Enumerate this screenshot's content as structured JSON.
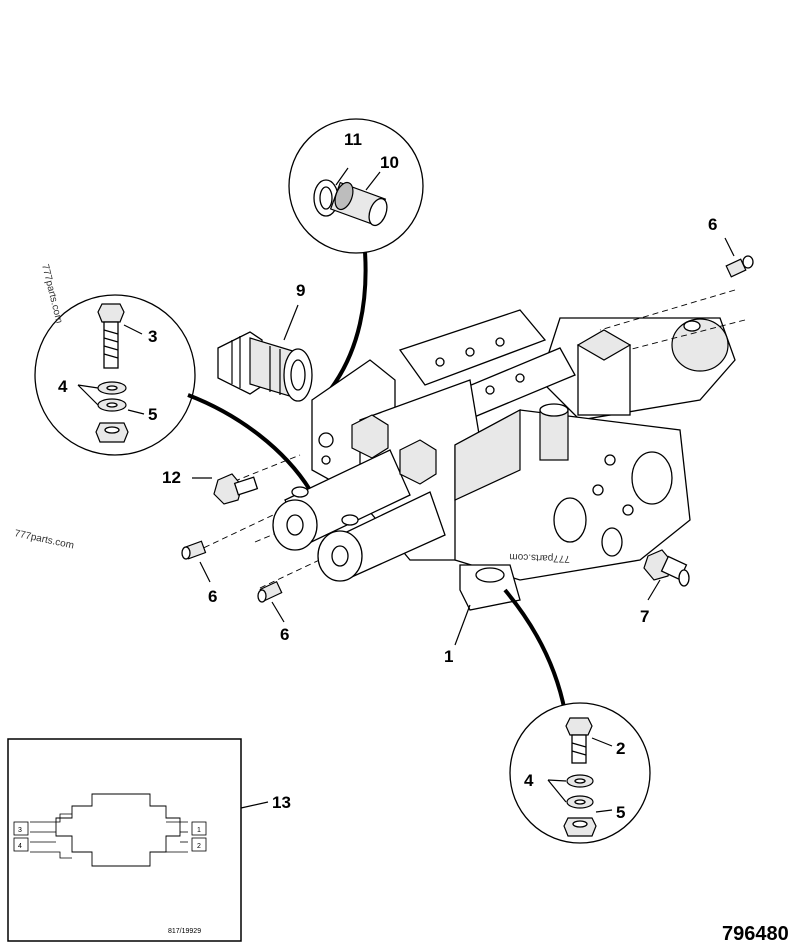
{
  "diagram": {
    "drawing_number": "796480",
    "inset_reference": "817/19929",
    "watermarks": [
      "777parts.com",
      "777parts.com",
      "777parts.com"
    ],
    "callouts": {
      "c1": "1",
      "c2": "2",
      "c3": "3",
      "c4a": "4",
      "c4b": "4",
      "c5a": "5",
      "c5b": "5",
      "c6a": "6",
      "c6b": "6",
      "c6c": "6",
      "c7": "7",
      "c9": "9",
      "c10": "10",
      "c11": "11",
      "c12": "12",
      "c13": "13"
    },
    "schematic_ports": {
      "p1": "1",
      "p2": "2",
      "p3": "3",
      "p4": "4"
    }
  }
}
